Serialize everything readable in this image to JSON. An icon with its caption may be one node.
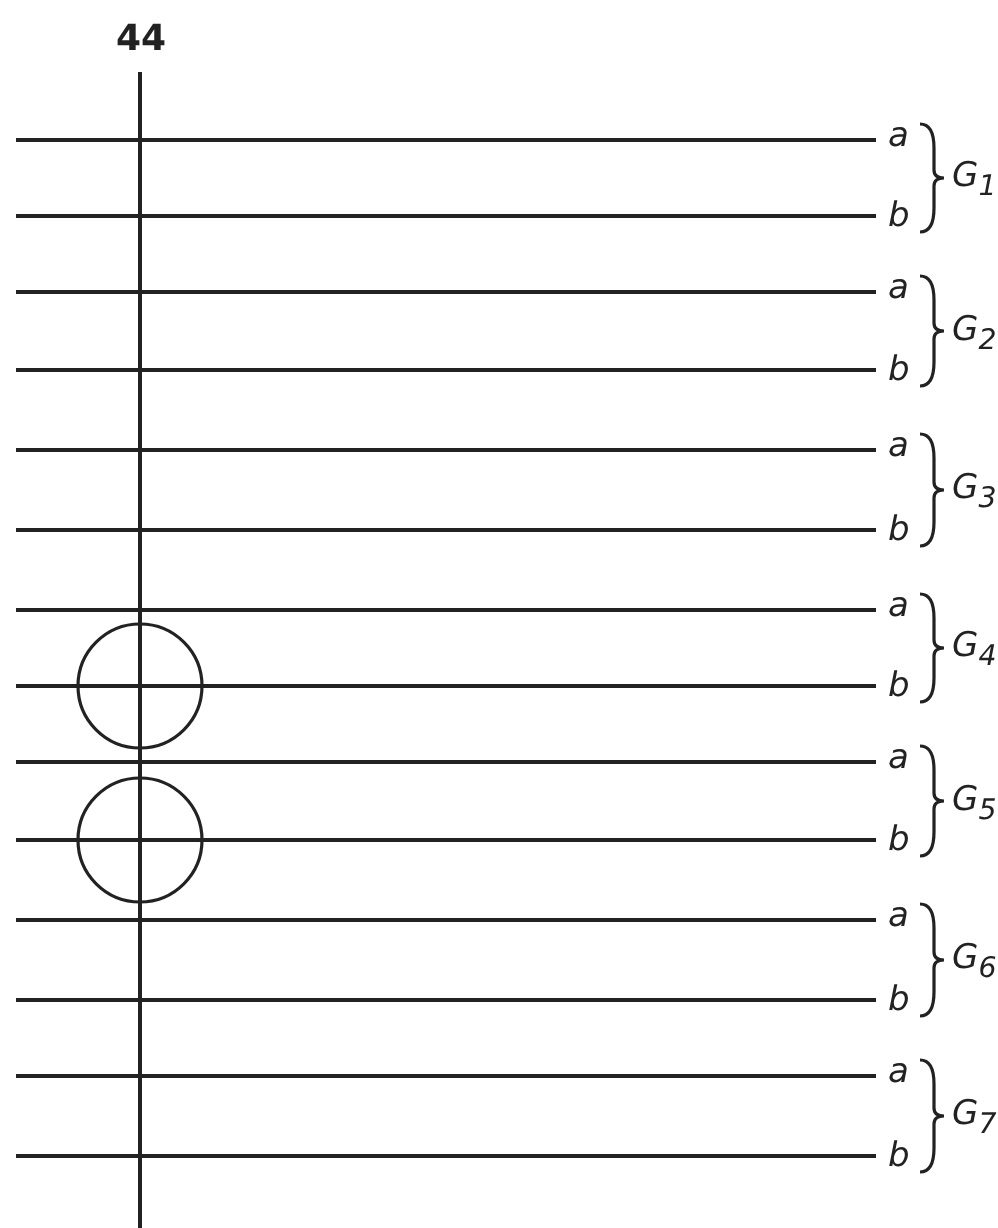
{
  "diagram": {
    "labels": [
      "44",
      "a",
      "b",
      "G$_{1}$",
      "a",
      "b",
      "G$_{2}$",
      "a",
      "b",
      "G$_{3}$",
      "a",
      "b",
      "G$_{4}$",
      "a",
      "b",
      "G$_{5}$",
      "a",
      "b",
      "G$_{6}$",
      "a",
      "b",
      "G$_{7}$"
    ]
  }
}
